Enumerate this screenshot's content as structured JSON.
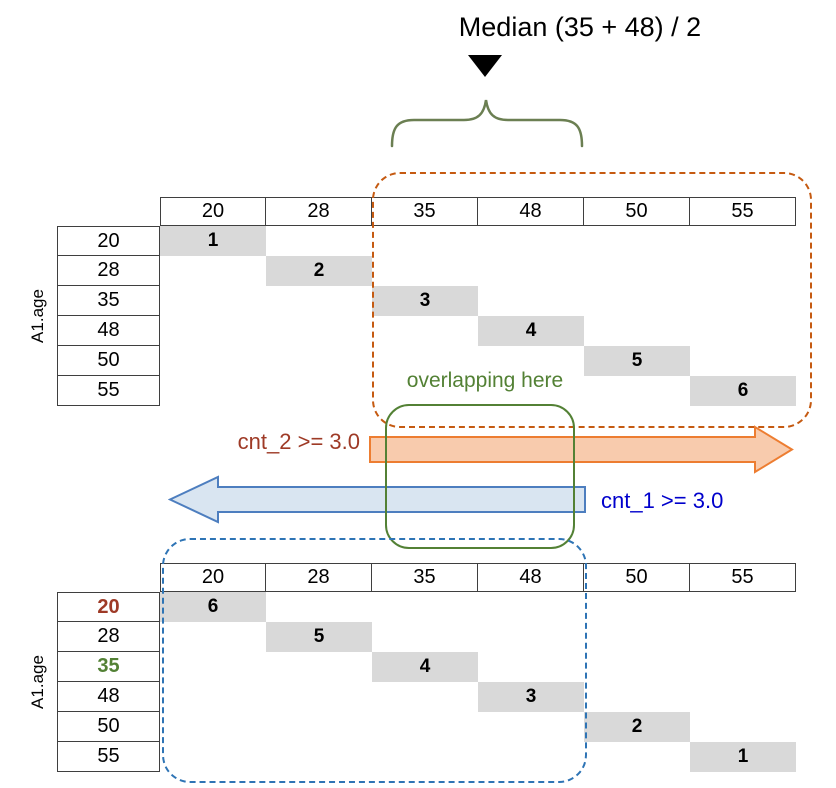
{
  "title": "Median (35 + 48) / 2",
  "axis_label": "A1.age",
  "annotations": {
    "overlapping": "overlapping here",
    "cnt_2": "cnt_2 >= 3.0",
    "cnt_1": "cnt_1 >= 3.0"
  },
  "top_table": {
    "columns": [
      "20",
      "28",
      "35",
      "48",
      "50",
      "55"
    ],
    "row_labels": [
      "20",
      "28",
      "35",
      "48",
      "50",
      "55"
    ],
    "diagonal_values": [
      "1",
      "2",
      "3",
      "4",
      "5",
      "6"
    ]
  },
  "bottom_table": {
    "columns": [
      "20",
      "28",
      "35",
      "48",
      "50",
      "55"
    ],
    "row_labels": [
      "20",
      "28",
      "35",
      "48",
      "50",
      "55"
    ],
    "diagonal_values": [
      "6",
      "5",
      "4",
      "3",
      "2",
      "1"
    ],
    "row_label_highlights": [
      "dark_red",
      null,
      "green",
      null,
      null,
      null
    ]
  },
  "colors": {
    "diagonal_cell_fill": "#d9d9d9",
    "table_border": "#3f3f3f",
    "orange_outline": "#c55a11",
    "green_outline": "#538135",
    "blue_outline": "#2e74b5",
    "dark_red_text": "#9e3a26",
    "green_text": "#538135",
    "blue_text": "#0000cc",
    "orange_arrow_fill": "#f8cbad",
    "orange_arrow_stroke": "#ed7d31",
    "blue_arrow_fill": "#d9e5f1",
    "blue_arrow_stroke": "#4d7ebf"
  }
}
